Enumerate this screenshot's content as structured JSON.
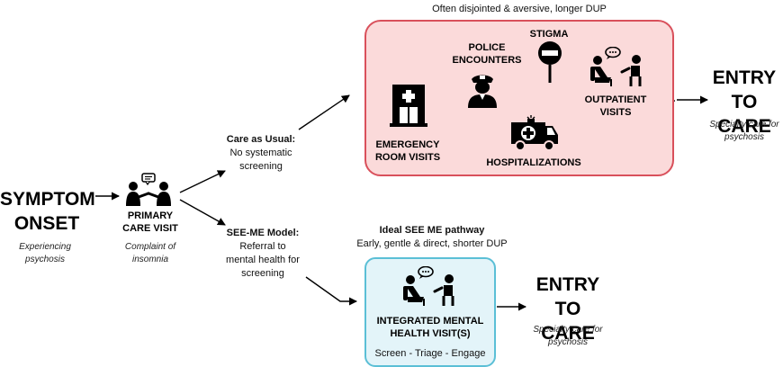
{
  "start": {
    "title_line1": "SYMPTOM",
    "title_line2": "ONSET",
    "subtitle_line1": "Experiencing",
    "subtitle_line2": "psychosis"
  },
  "primary_care": {
    "label_line1": "PRIMARY",
    "label_line2": "CARE VISIT",
    "note_line1": "Complaint of",
    "note_line2": "insomnia"
  },
  "care_as_usual": {
    "title": "Care as Usual:",
    "desc_line1": "No systematic",
    "desc_line2": "screening",
    "box_caption": "Often disjointed & aversive, longer DUP",
    "events": {
      "emergency_line1": "EMERGENCY",
      "emergency_line2": "ROOM VISITS",
      "police_line1": "POLICE",
      "police_line2": "ENCOUNTERS",
      "stigma": "STIGMA",
      "hospitalizations": "HOSPITALIZATIONS",
      "outpatient_line1": "OUTPATIENT",
      "outpatient_line2": "VISITS"
    },
    "entry_line1": "ENTRY",
    "entry_line2": "TO CARE",
    "entry_note_line1": "Specialty care for",
    "entry_note_line2": "psychosis"
  },
  "see_me": {
    "title": "SEE-ME Model:",
    "desc_line1": "Referral to",
    "desc_line2": "mental health for",
    "desc_line3": "screening",
    "pathway_title": "Ideal SEE ME pathway",
    "pathway_desc": "Early, gentle & direct, shorter DUP",
    "visit_line1": "INTEGRATED MENTAL",
    "visit_line2": "HEALTH VISIT(S)",
    "visit_steps": "Screen - Triage - Engage",
    "entry_line1": "ENTRY",
    "entry_line2": "TO CARE",
    "entry_note_line1": "Specialty care for",
    "entry_note_line2": "psychosis"
  }
}
